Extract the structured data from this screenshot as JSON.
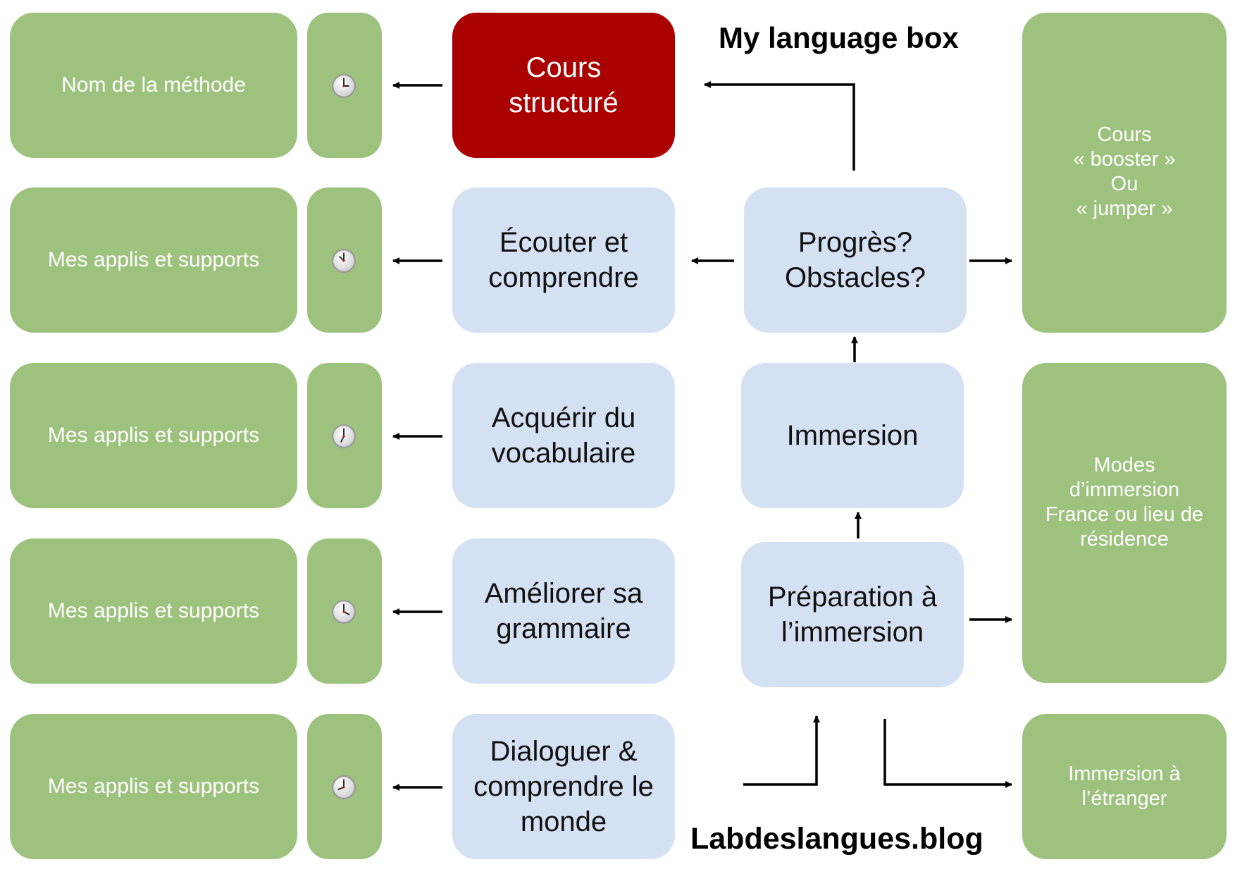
{
  "diagram": {
    "title": "My language box",
    "footer": "Labdeslangues.blog",
    "method_column": [
      {
        "label": "Nom de la méthode"
      },
      {
        "label": "Mes applis et supports"
      },
      {
        "label": "Mes applis et supports"
      },
      {
        "label": "Mes applis et supports"
      },
      {
        "label": "Mes applis et supports"
      }
    ],
    "skill_column": [
      {
        "label": "Cours\nstructuré"
      },
      {
        "label": "Écouter et\ncomprendre"
      },
      {
        "label": "Acquérir du\nvocabulaire"
      },
      {
        "label": "Améliorer sa\ngrammaire"
      },
      {
        "label": "Dialoguer &\ncomprendre le\nmonde"
      }
    ],
    "flow_column": [
      {
        "label": "Progrès?\nObstacles?"
      },
      {
        "label": "Immersion"
      },
      {
        "label": "Préparation à\nl’immersion"
      }
    ],
    "right_column": [
      {
        "label": "Cours\n« booster »\nOu\n« jumper »"
      },
      {
        "label": "Modes\nd’immersion\nFrance ou lieu de\nrésidence"
      },
      {
        "label": "Immersion à\nl’étranger"
      }
    ],
    "clock_icons": [
      "clock-icon",
      "clock-icon",
      "clock-icon",
      "clock-icon",
      "clock-icon"
    ],
    "colors": {
      "green": "#9dc27e",
      "blue": "#d4e1f3",
      "red": "#aa0000",
      "arrow": "#000000"
    }
  }
}
